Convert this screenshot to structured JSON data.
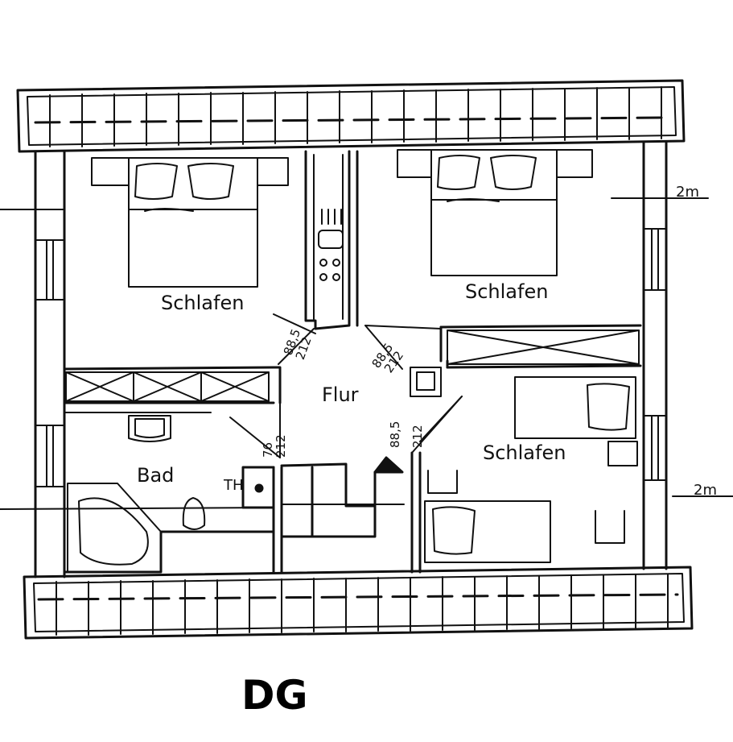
{
  "floor": {
    "title": "DG"
  },
  "rooms": {
    "schlafen_top_left": "Schlafen",
    "schlafen_top_right": "Schlafen",
    "schlafen_bottom_right": "Schlafen",
    "flur": "Flur",
    "bad": "Bad",
    "th": "TH"
  },
  "dimensions": {
    "scale_top": "2m",
    "scale_bottom": "2m",
    "door_top_left_width": "88,5",
    "door_top_left_height": "212",
    "door_top_right_width": "88,5",
    "door_top_right_height": "212",
    "door_bad_width": "76",
    "door_bad_height": "212",
    "door_bottom_right_width": "88,5",
    "door_bottom_right_height": "212"
  },
  "colors": {
    "ink": "#111111",
    "paper": "#ffffff"
  }
}
